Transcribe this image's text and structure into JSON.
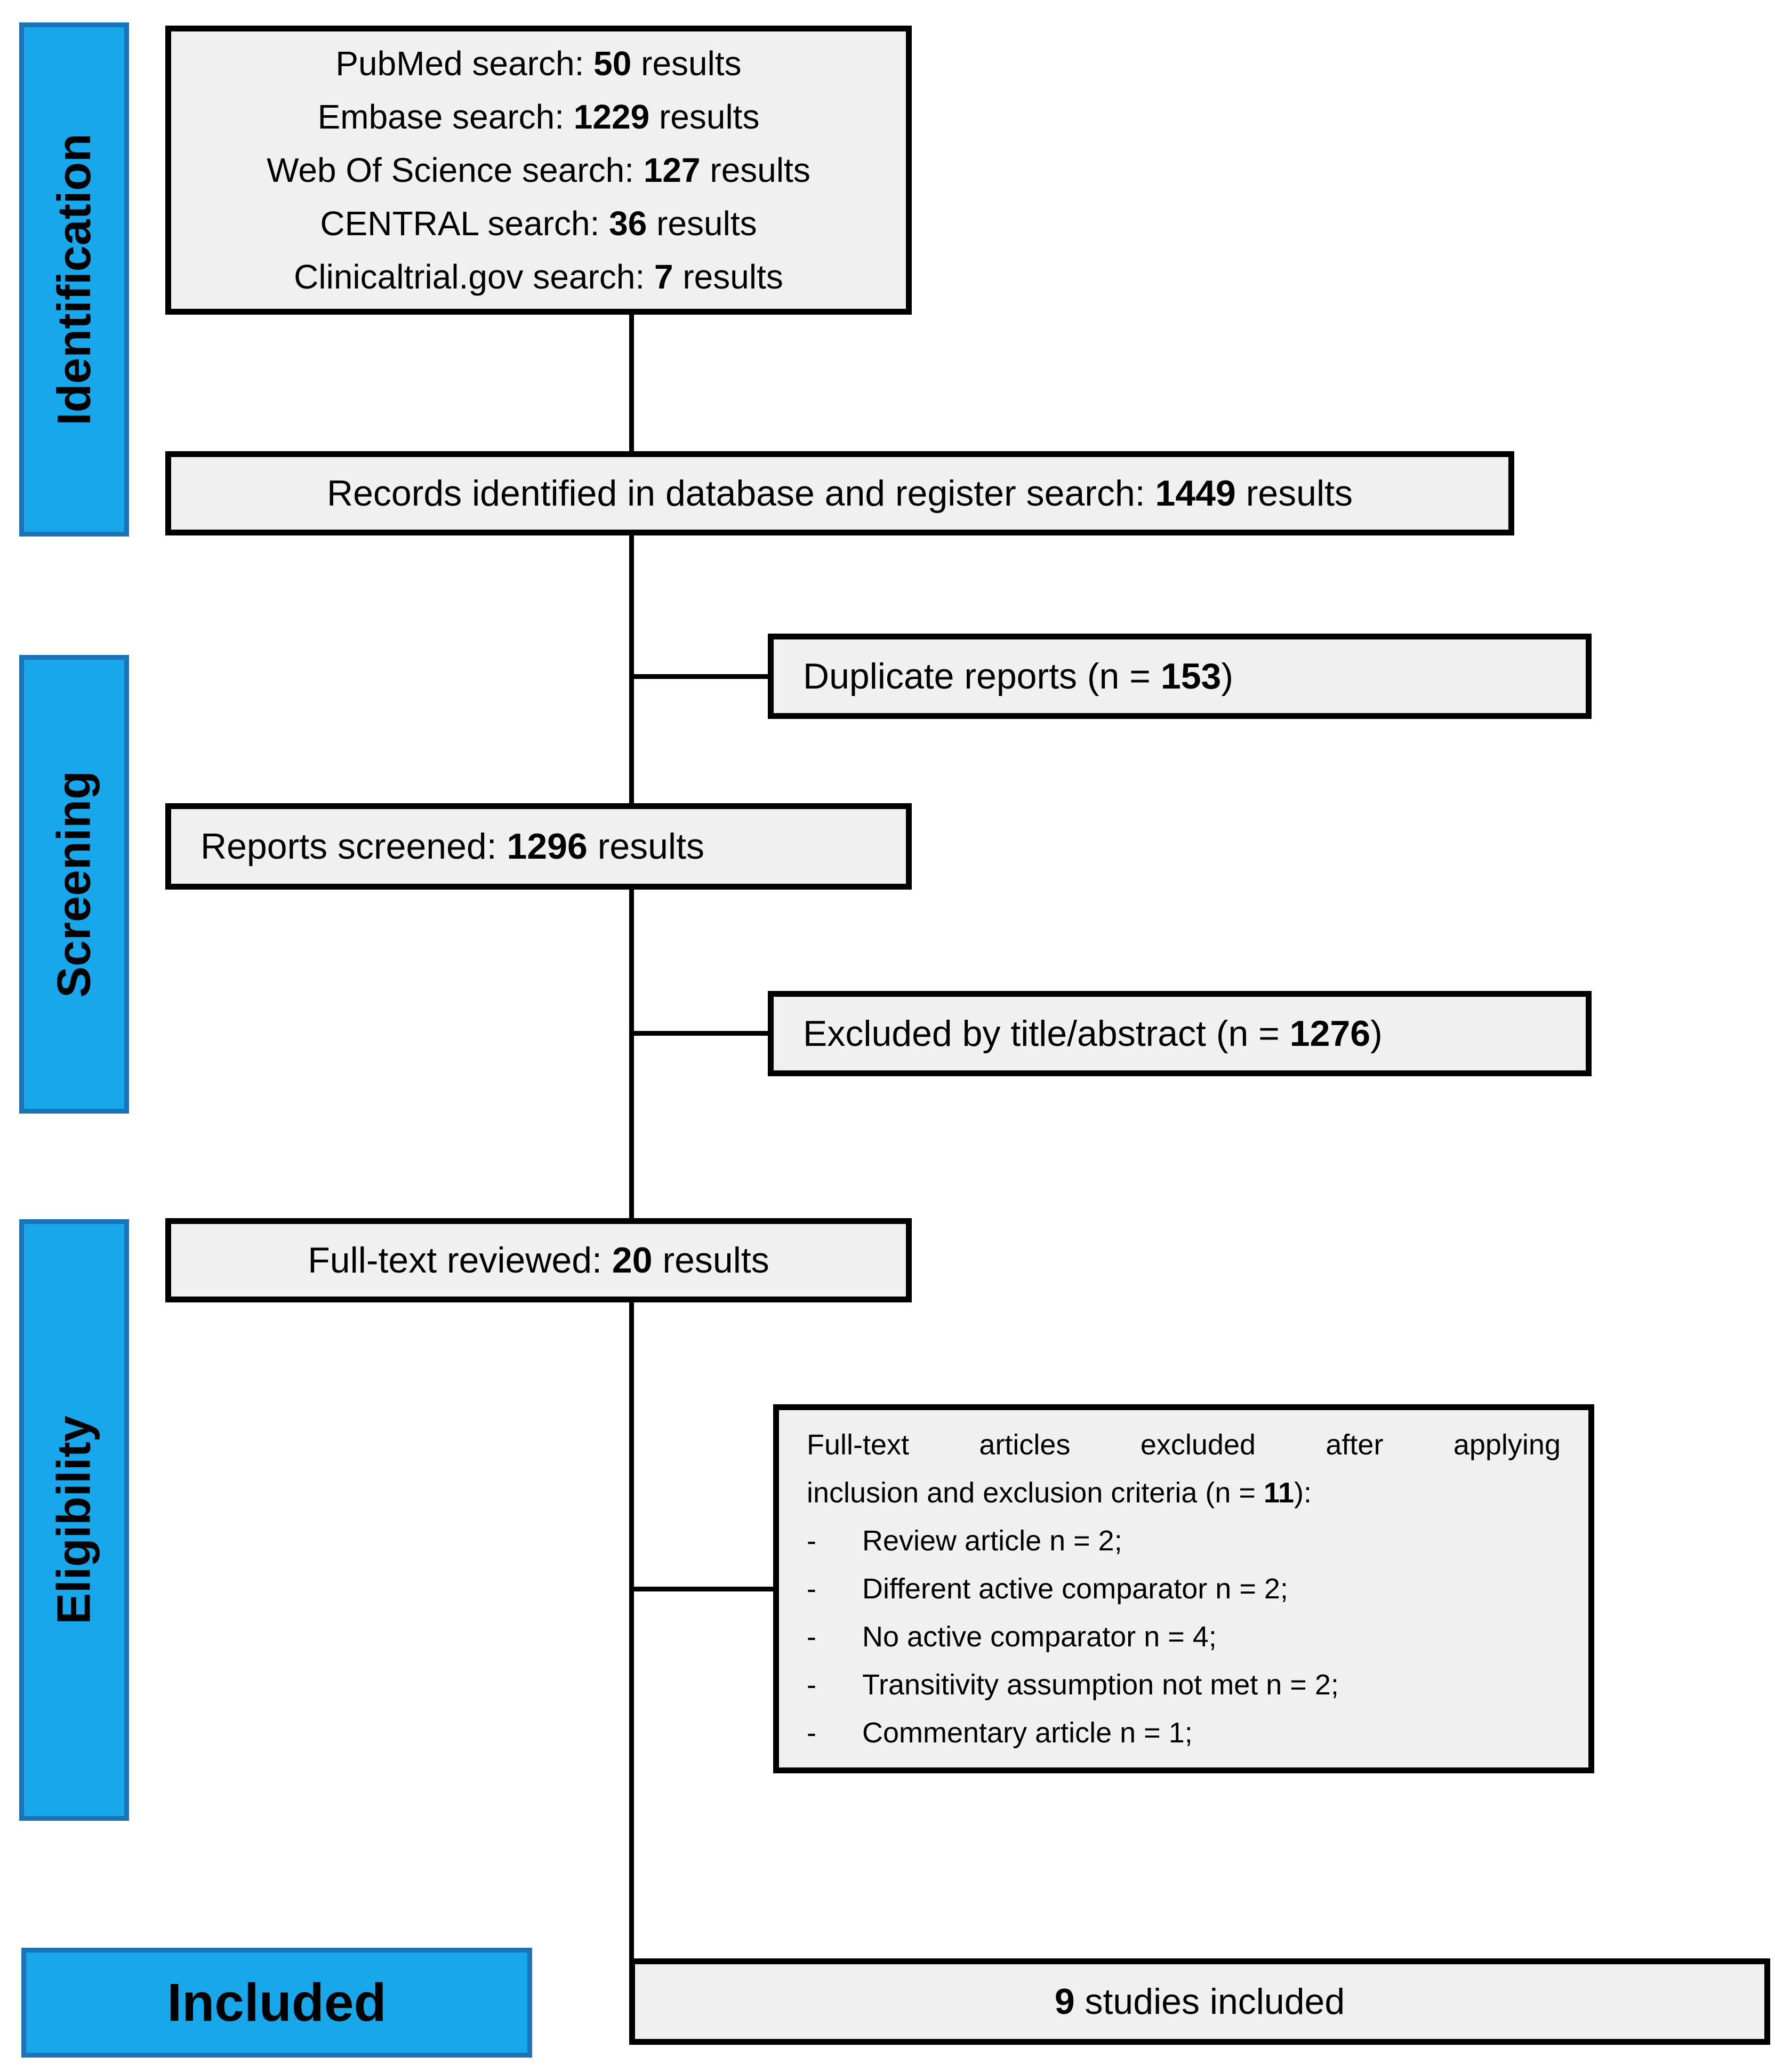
{
  "sidebar": {
    "stages": [
      {
        "label": "Identification"
      },
      {
        "label": "Screening"
      },
      {
        "label": "Eligibility"
      },
      {
        "label": "Included"
      }
    ]
  },
  "boxes": {
    "search": {
      "lines": [
        {
          "pre": "PubMed search: ",
          "bold": "50",
          "post": " results"
        },
        {
          "pre": "Embase search: ",
          "bold": "1229",
          "post": " results"
        },
        {
          "pre": "Web Of Science search: ",
          "bold": "127",
          "post": " results"
        },
        {
          "pre": "CENTRAL search: ",
          "bold": "36",
          "post": " results"
        },
        {
          "pre": "Clinicaltrial.gov search: ",
          "bold": "7",
          "post": " results"
        }
      ]
    },
    "records": {
      "pre": "Records identified in database and register search: ",
      "bold": "1449",
      "post": " results"
    },
    "duplicate": {
      "pre": "Duplicate reports (n = ",
      "bold": "153",
      "post": ")"
    },
    "reports": {
      "pre": "Reports screened: ",
      "bold": "1296",
      "post": " results"
    },
    "excluded": {
      "pre": "Excluded by title/abstract (n = ",
      "bold": "1276",
      "post": ")"
    },
    "fulltext": {
      "pre": "Full-text reviewed: ",
      "bold": "20",
      "post": " results"
    },
    "criteria": {
      "header_line1": "Full-text articles excluded after applying",
      "header_line2_pre": "inclusion and exclusion criteria (n = ",
      "header_line2_bold": "11",
      "header_line2_post": "):",
      "bullet_glyph": "-",
      "items": [
        "Review article n = 2;",
        "Different active comparator n = 2;",
        "No active comparator n = 4;",
        "Transitivity assumption not met n = 2;",
        "Commentary article n = 1;"
      ]
    },
    "studies": {
      "bold": "9",
      "post": " studies included"
    }
  },
  "colors": {
    "stage_fill": "#18a7ea",
    "stage_border": "#1c74b6",
    "box_fill": "#f0f0f0",
    "box_border": "#000000",
    "connector": "#000000",
    "text": "#000000"
  }
}
